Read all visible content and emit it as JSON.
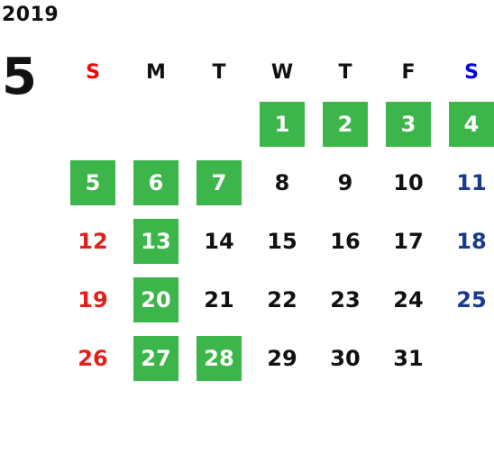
{
  "calendar": {
    "year": "2019",
    "month": "5",
    "colors": {
      "highlight": "#3cb54a",
      "sunday": "#e0201b",
      "saturday": "#1a3a8f",
      "sunday_header": "#ff0000",
      "saturday_header": "#0000ee"
    },
    "weekdays": [
      "S",
      "M",
      "T",
      "W",
      "T",
      "F",
      "S"
    ],
    "weeks": [
      [
        {
          "label": ""
        },
        {
          "label": ""
        },
        {
          "label": ""
        },
        {
          "label": "1",
          "highlight": true
        },
        {
          "label": "2",
          "highlight": true
        },
        {
          "label": "3",
          "highlight": true
        },
        {
          "label": "4",
          "highlight": true
        }
      ],
      [
        {
          "label": "5",
          "highlight": true
        },
        {
          "label": "6",
          "highlight": true
        },
        {
          "label": "7",
          "highlight": true
        },
        {
          "label": "8"
        },
        {
          "label": "9"
        },
        {
          "label": "10"
        },
        {
          "label": "11"
        }
      ],
      [
        {
          "label": "12"
        },
        {
          "label": "13",
          "highlight": true
        },
        {
          "label": "14"
        },
        {
          "label": "15"
        },
        {
          "label": "16"
        },
        {
          "label": "17"
        },
        {
          "label": "18"
        }
      ],
      [
        {
          "label": "19"
        },
        {
          "label": "20",
          "highlight": true
        },
        {
          "label": "21"
        },
        {
          "label": "22"
        },
        {
          "label": "23"
        },
        {
          "label": "24"
        },
        {
          "label": "25"
        }
      ],
      [
        {
          "label": "26"
        },
        {
          "label": "27",
          "highlight": true
        },
        {
          "label": "28",
          "highlight": true
        },
        {
          "label": "29"
        },
        {
          "label": "30"
        },
        {
          "label": "31"
        },
        {
          "label": ""
        }
      ]
    ]
  }
}
